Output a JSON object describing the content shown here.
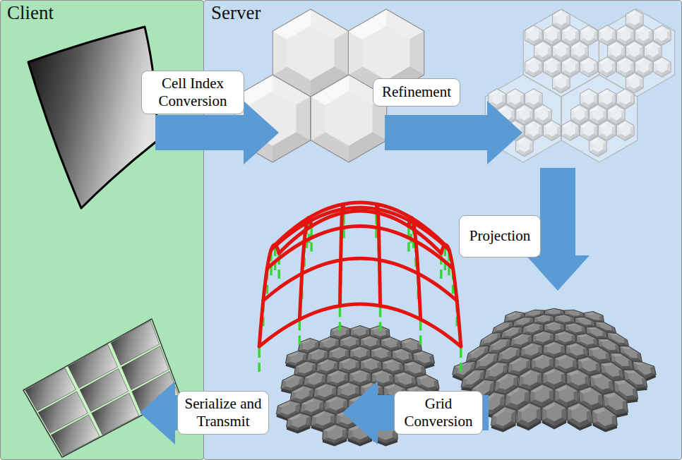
{
  "diagram": {
    "nodes": [
      {
        "text": [
          "Client"
        ]
      },
      {
        "text": [
          "Server"
        ]
      },
      {
        "text": [
          "Cell Index Conversion"
        ]
      },
      {
        "text": [
          "Refinement"
        ],
        "in": 1
      },
      {
        "text": [
          "Projection"
        ],
        "in": 1
      },
      {
        "text": [
          "Grid Conversion"
        ],
        "in": 1
      },
      {
        "text": [
          "Serialize and Transmit"
        ]
      }
    ]
  }
}
